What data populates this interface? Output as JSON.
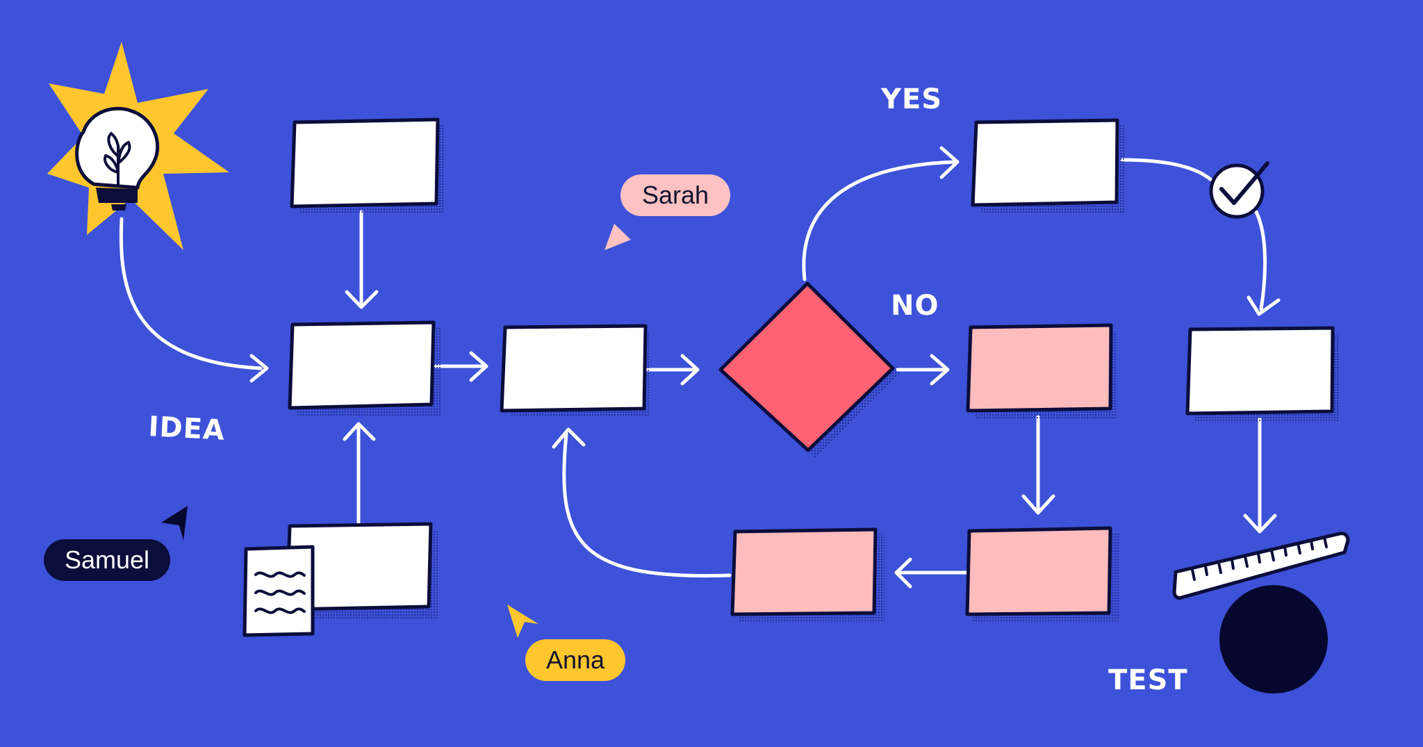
{
  "labels": {
    "idea": "IDEA",
    "yes": "YES",
    "no": "NO",
    "test": "TEST"
  },
  "cursors": {
    "sarah": "Sarah",
    "samuel": "Samuel",
    "anna": "Anna"
  },
  "colors": {
    "background": "#3d52d9",
    "box_white": "#ffffff",
    "box_pink": "#ffbcbc",
    "diamond": "#ff6272",
    "outline": "#0b0d3a",
    "star": "#ffc62e",
    "sarah_tag": "#ffc2c2",
    "samuel_tag": "#0b0d3a",
    "anna_tag": "#ffc62e"
  },
  "icons": [
    "lightbulb-icon",
    "document-icon",
    "checkmark-icon",
    "ruler-icon",
    "circle-shape",
    "cursor-icon"
  ]
}
